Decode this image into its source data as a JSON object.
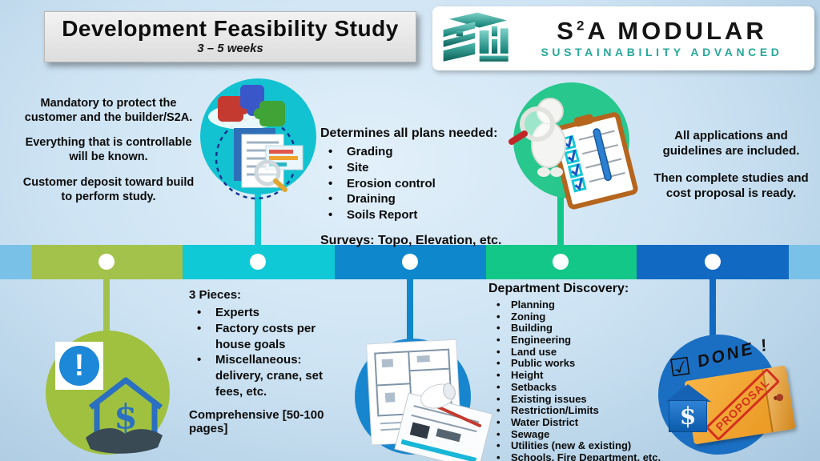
{
  "header": {
    "title": "Development Feasibility Study",
    "subtitle": "3 – 5 weeks"
  },
  "logo": {
    "brand_s": "S",
    "brand_sup": "2",
    "brand_rest": "A MODULAR",
    "tagline": "SUSTAINABILITY ADVANCED"
  },
  "stages": [
    {
      "name": "study-purpose",
      "paragraphs": [
        "Mandatory to protect the customer and the builder/S2A.",
        "Everything that is controllable will be known.",
        "Customer deposit toward build to perform study."
      ]
    },
    {
      "name": "three-pieces",
      "heading": "3 Pieces:",
      "bullets": [
        "Experts",
        "Factory costs per house goals",
        "Miscellaneous: delivery, crane, set fees, etc."
      ],
      "footer": "Comprehensive  [50-100 pages]"
    },
    {
      "name": "plans-needed",
      "heading": "Determines all plans needed:",
      "bullets": [
        "Grading",
        "Site",
        "Erosion control",
        "Draining",
        "Soils Report"
      ],
      "footer": "Surveys: Topo, Elevation, etc."
    },
    {
      "name": "department-discovery",
      "heading": "Department Discovery:",
      "bullets": [
        "Planning",
        "Zoning",
        "Building",
        "Engineering",
        "Land use",
        "Public works",
        "Height",
        "Setbacks",
        "Existing issues",
        "Restriction/Limits",
        "Water District",
        "Sewage",
        "Utilities (new & existing)",
        "Schools, Fire Department, etc."
      ]
    },
    {
      "name": "final-proposal",
      "paragraphs": [
        "All applications and guidelines are included.",
        "Then complete studies and cost proposal is ready."
      ]
    }
  ],
  "glyphs": {
    "checked_box": "☑",
    "done_label": "DONE !",
    "proposal_stamp": "PROPOSAL",
    "dollar": "$",
    "exclamation": "!"
  },
  "icons": {
    "logo": "s2a-building-icon",
    "stage2_top": "puzzle-documents-icon",
    "stage4_top": "inspection-checklist-icon",
    "stage1_bottom": "deposit-house-icon",
    "stage3_bottom": "blueprints-icon",
    "stage5_bottom": "proposal-done-icon"
  },
  "colors": {
    "background": "#cde3f3",
    "timeline_ends": "#7ac1e8",
    "stage1_green": "#a3c24c",
    "stage2_teal": "#0fc9d6",
    "stage3_blue": "#0e87cd",
    "stage4_emerald": "#12c787",
    "stage5_blue": "#1169c2",
    "brand_teal": "#27a79a",
    "envelope_orange": "#f2a33c",
    "stamp_red": "#d42f1e",
    "text": "#0b0b0b"
  }
}
